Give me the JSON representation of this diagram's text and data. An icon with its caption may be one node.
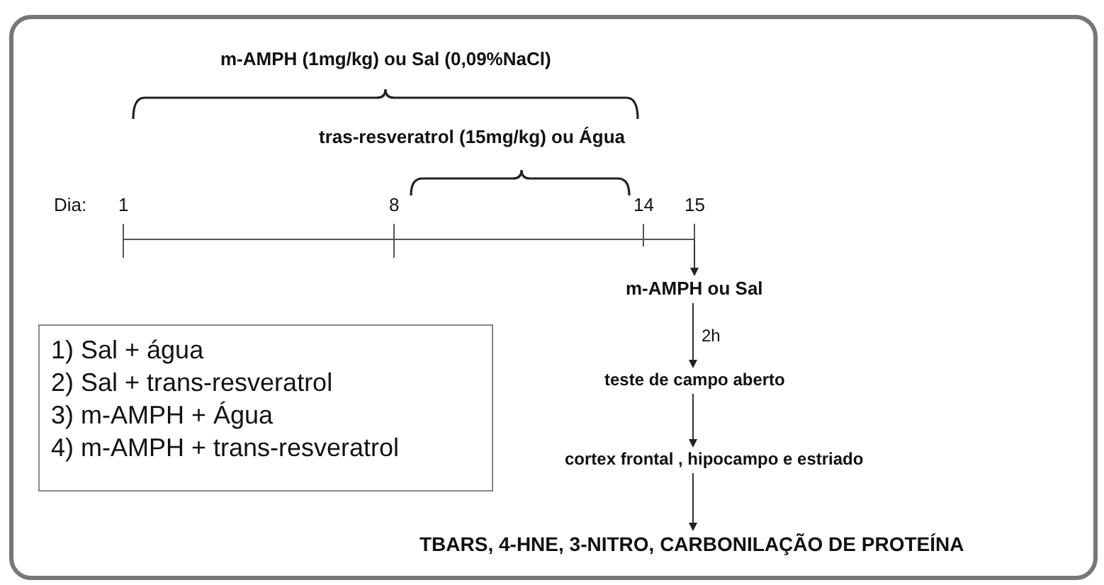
{
  "diagram": {
    "nodes": [
      {
        "text": [
          "1) Sal + água",
          "2) Sal + trans-resveratrol",
          "3) m-AMPH + Água",
          "4) m-AMPH + trans-resveratrol"
        ]
      },
      {
        "text": [
          "m-AMPH ou Sal"
        ]
      },
      {
        "text": [
          "teste de campo aberto"
        ]
      },
      {
        "text": [
          "cortex frontal , hipocampo e estriado"
        ]
      },
      {
        "text": [
          "TBARS, 4-HNE, 3-NITRO, CARBONILAÇÃO DE PROTEÍNA"
        ]
      }
    ],
    "edges": [
      {
        "from": null,
        "to": 1,
        "arrow": "to"
      },
      {
        "from": 1,
        "to": 2,
        "arrow": "to",
        "label": "2h"
      },
      {
        "from": 2,
        "to": 3,
        "arrow": "to"
      },
      {
        "from": 3,
        "to": 4,
        "arrow": "to"
      }
    ],
    "labels": [
      "m-AMPH (1mg/kg) ou Sal (0,09%NaCl)",
      "tras-resveratrol (15mg/kg) ou Água",
      "Dia:",
      "1",
      "8",
      "14",
      "15"
    ]
  }
}
